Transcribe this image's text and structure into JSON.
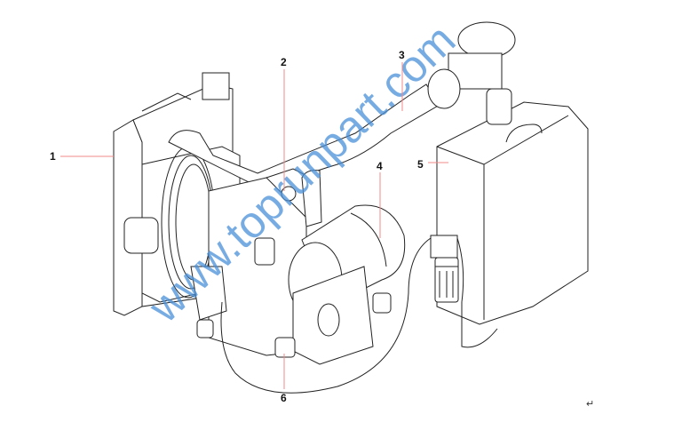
{
  "diagram": {
    "callouts": [
      {
        "id": "1"
      },
      {
        "id": "2"
      },
      {
        "id": "3"
      },
      {
        "id": "4"
      },
      {
        "id": "5"
      },
      {
        "id": "6"
      }
    ],
    "callout_labels": [
      "1",
      "2",
      "3",
      "4",
      "5",
      "6"
    ],
    "leader_color": "#f08a8a",
    "watermark": "www.toprunpart.com",
    "watermark_color": "#4a90d9",
    "return_mark": "↵"
  }
}
